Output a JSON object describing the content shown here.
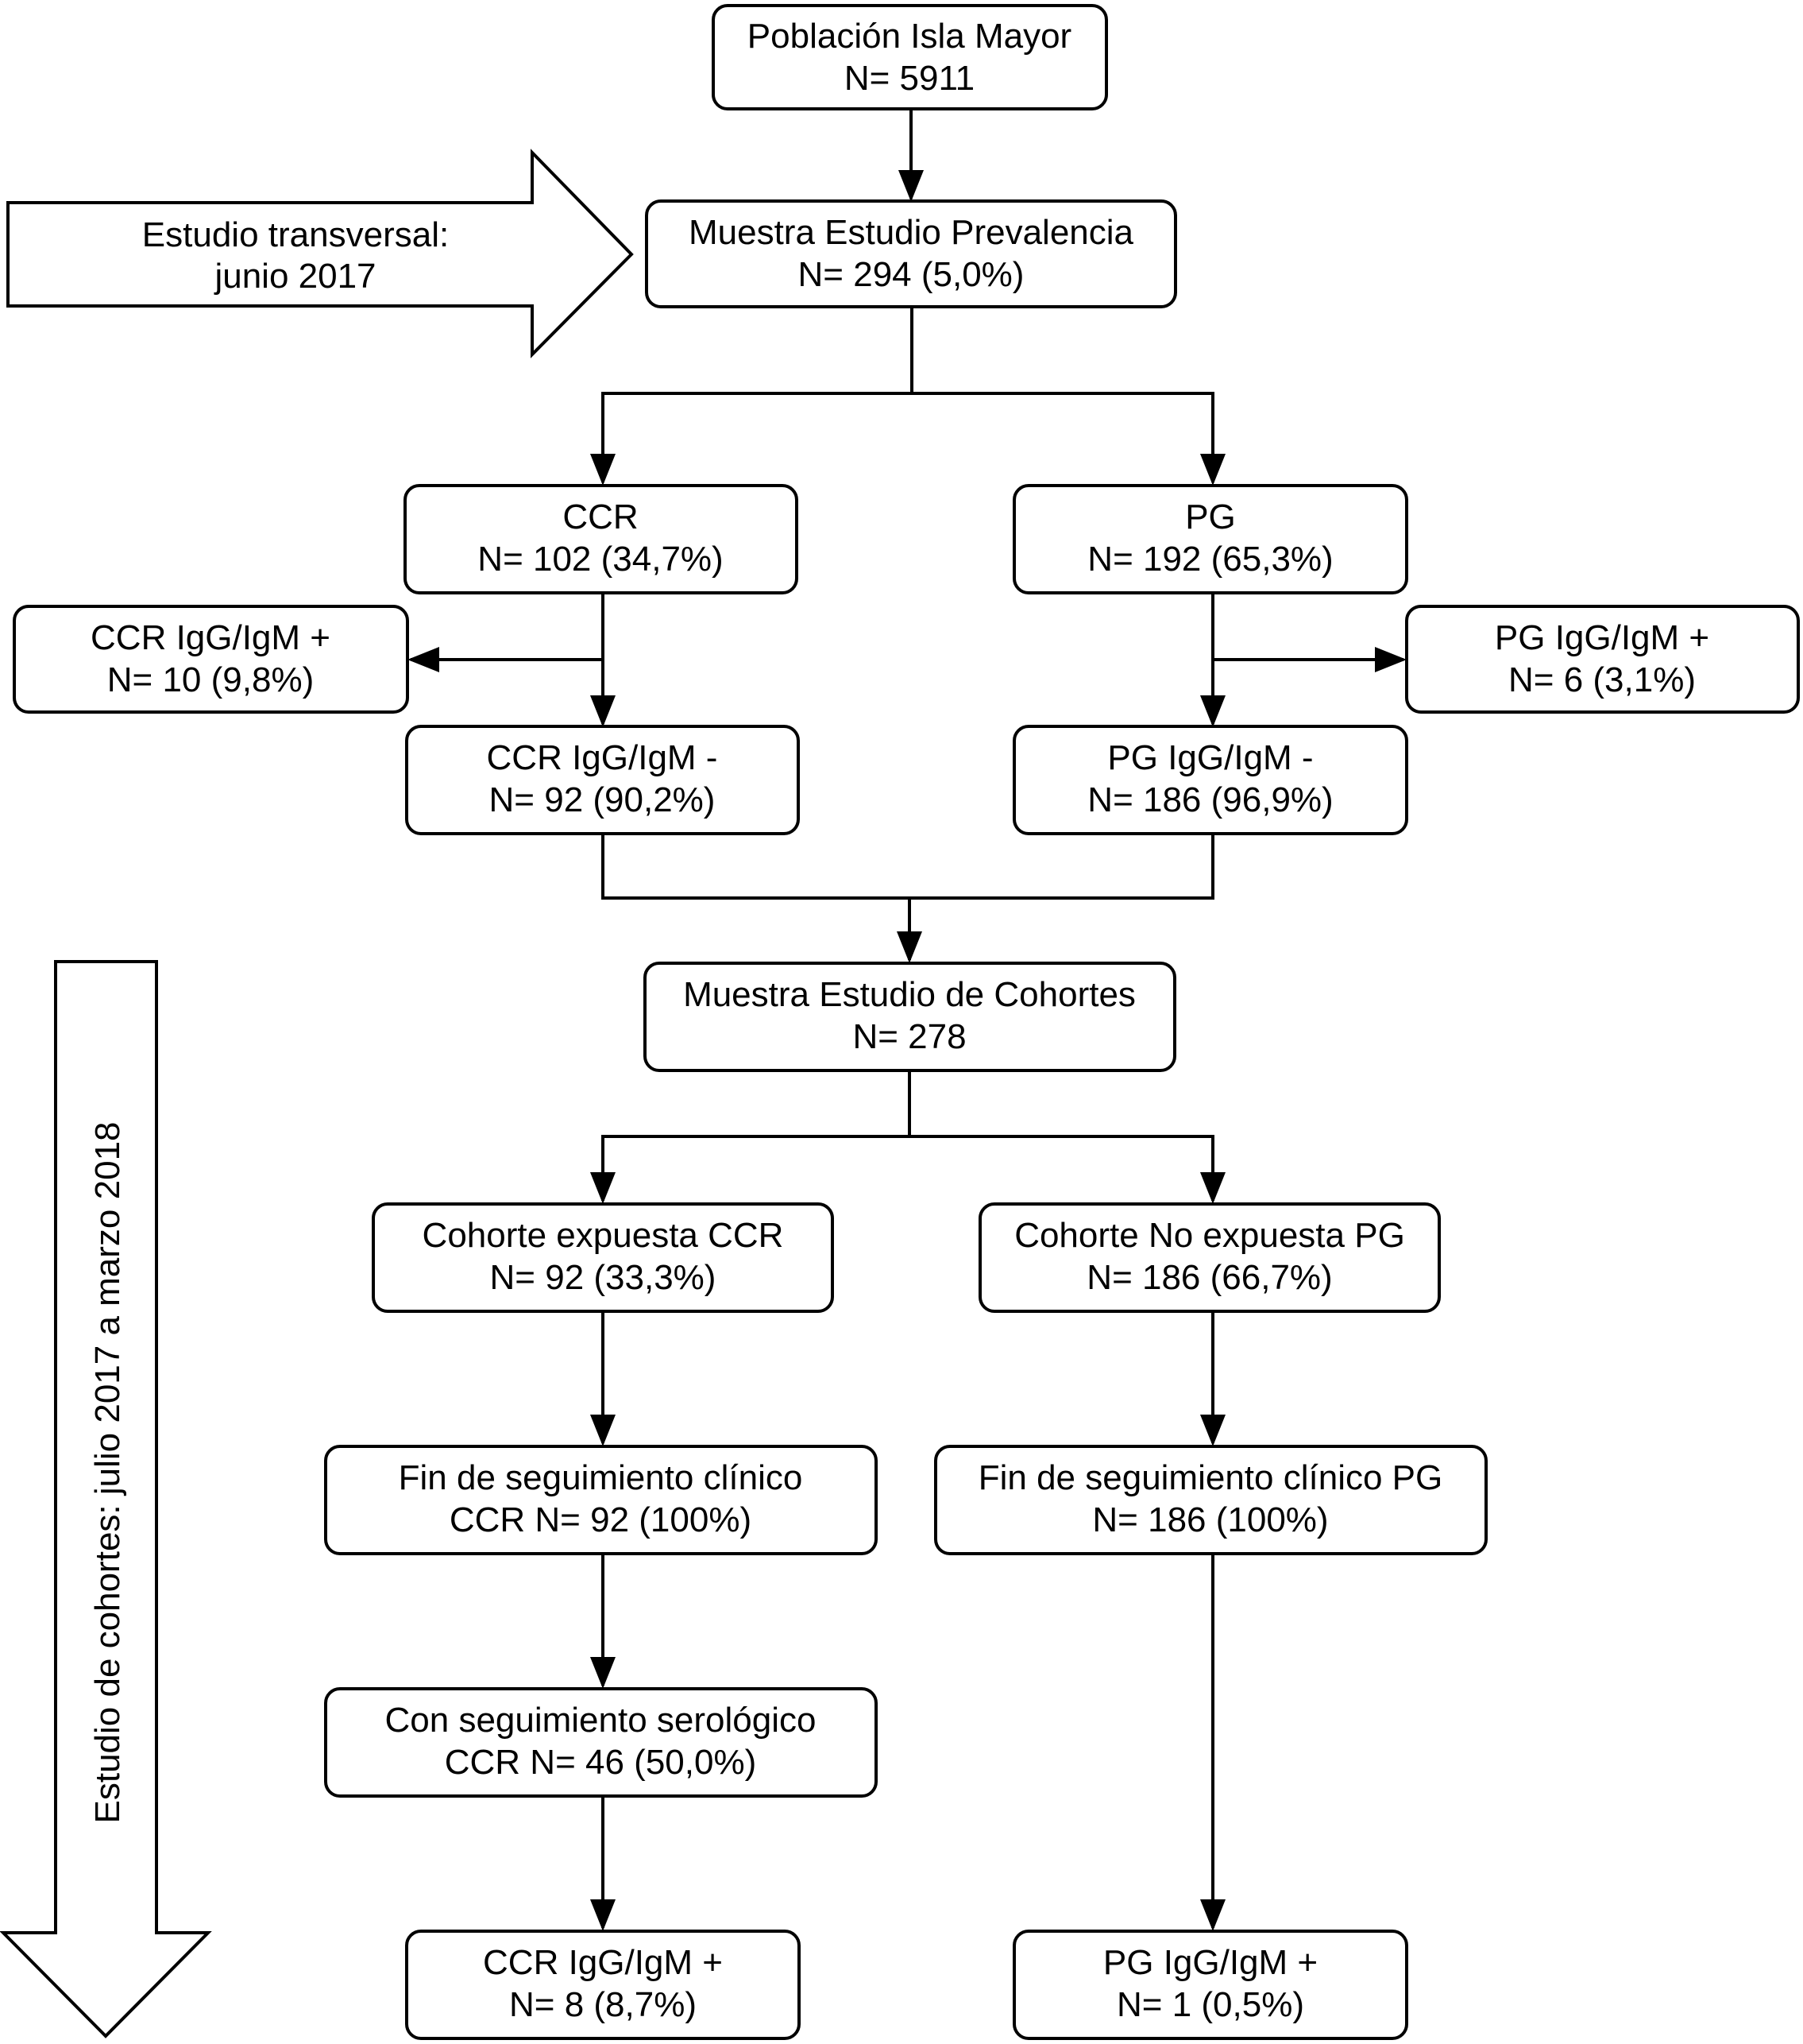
{
  "boxes": {
    "poblacion": {
      "line1": "Población Isla Mayor",
      "line2": "N= 5911"
    },
    "prevalencia": {
      "line1": "Muestra Estudio Prevalencia",
      "line2": "N= 294 (5,0%)"
    },
    "ccr": {
      "line1": "CCR",
      "line2": "N= 102 (34,7%)"
    },
    "pg": {
      "line1": "PG",
      "line2": "N= 192 (65,3%)"
    },
    "ccr_pos": {
      "line1": "CCR IgG/IgM +",
      "line2": "N= 10 (9,8%)"
    },
    "ccr_neg": {
      "line1": "CCR IgG/IgM -",
      "line2": "N= 92 (90,2%)"
    },
    "pg_pos": {
      "line1": "PG IgG/IgM +",
      "line2": "N= 6 (3,1%)"
    },
    "pg_neg": {
      "line1": "PG IgG/IgM -",
      "line2": "N= 186 (96,9%)"
    },
    "cohortes": {
      "line1": "Muestra Estudio de Cohortes",
      "line2": "N= 278"
    },
    "cohorte_ccr": {
      "line1": "Cohorte expuesta CCR",
      "line2": "N= 92 (33,3%)"
    },
    "cohorte_pg": {
      "line1": "Cohorte No  expuesta PG",
      "line2": "N= 186 (66,7%)"
    },
    "fin_ccr": {
      "line1": "Fin de seguimiento clínico",
      "line2": "CCR N= 92 (100%)"
    },
    "fin_pg": {
      "line1": "Fin de seguimiento clínico PG",
      "line2": "N= 186 (100%)"
    },
    "serologico_ccr": {
      "line1": "Con seguimiento serológico",
      "line2": "CCR N= 46 (50,0%)"
    },
    "final_ccr": {
      "line1": "CCR IgG/IgM +",
      "line2": "N= 8 (8,7%)"
    },
    "final_pg": {
      "line1": "PG IgG/IgM +",
      "line2": "N= 1 (0,5%)"
    }
  },
  "side_arrows": {
    "transversal": {
      "line1": "Estudio transversal:",
      "line2": "junio 2017"
    },
    "cohortes": {
      "label": "Estudio de cohortes: julio 2017 a marzo 2018"
    }
  }
}
